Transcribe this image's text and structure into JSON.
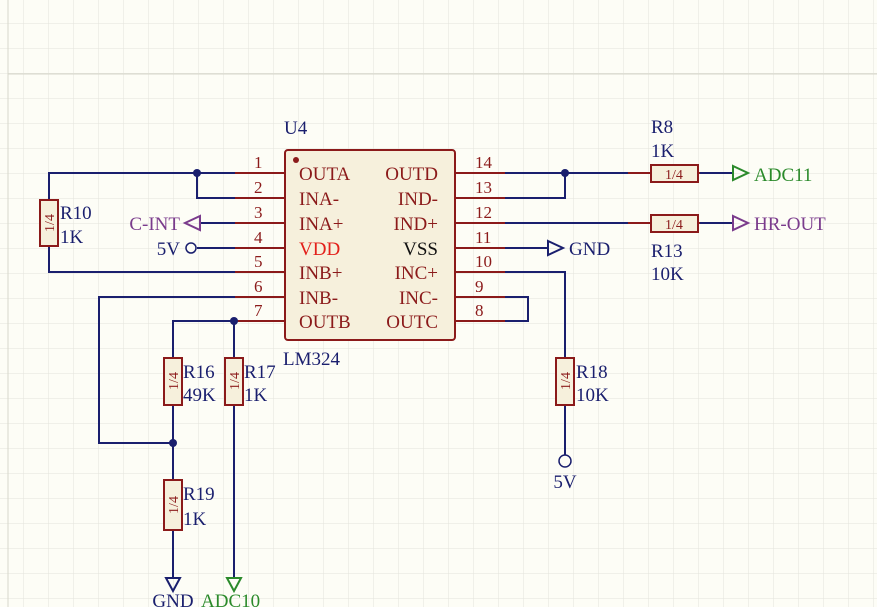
{
  "ic": {
    "ref": "U4",
    "part": "LM324",
    "pins_left": [
      {
        "num": "1",
        "name": "OUTA",
        "color": "normal"
      },
      {
        "num": "2",
        "name": "INA-",
        "color": "normal"
      },
      {
        "num": "3",
        "name": "INA+",
        "color": "normal"
      },
      {
        "num": "4",
        "name": "VDD",
        "color": "#e3201b"
      },
      {
        "num": "5",
        "name": "INB+",
        "color": "normal"
      },
      {
        "num": "6",
        "name": "INB-",
        "color": "normal"
      },
      {
        "num": "7",
        "name": "OUTB",
        "color": "normal"
      }
    ],
    "pins_right": [
      {
        "num": "14",
        "name": "OUTD",
        "color": "normal"
      },
      {
        "num": "13",
        "name": "IND-",
        "color": "normal"
      },
      {
        "num": "12",
        "name": "IND+",
        "color": "normal"
      },
      {
        "num": "11",
        "name": "VSS",
        "color": "#111111"
      },
      {
        "num": "10",
        "name": "INC+",
        "color": "normal"
      },
      {
        "num": "9",
        "name": "INC-",
        "color": "normal"
      },
      {
        "num": "8",
        "name": "OUTC",
        "color": "normal"
      }
    ]
  },
  "resistors": {
    "r8": {
      "ref": "R8",
      "value": "1K",
      "body": "1/4"
    },
    "r13": {
      "ref": "R13",
      "value": "10K",
      "body": "1/4"
    },
    "r10": {
      "ref": "R10",
      "value": "1K",
      "body": "1/4"
    },
    "r16": {
      "ref": "R16",
      "value": "49K",
      "body": "1/4"
    },
    "r17": {
      "ref": "R17",
      "value": "1K",
      "body": "1/4"
    },
    "r18": {
      "ref": "R18",
      "value": "10K",
      "body": "1/4"
    },
    "r19": {
      "ref": "R19",
      "value": "1K",
      "body": "1/4"
    }
  },
  "nets": {
    "adc11": "ADC11",
    "hr_out": "HR-OUT",
    "c_int": "C-INT",
    "gnd": "GND",
    "five_v": "5V",
    "adc10": "ADC10"
  },
  "colors": {
    "wire": "#1a1f6e",
    "component": "#8b1a1a",
    "net_green": "#2b8a2b",
    "net_purple": "#7a3b8c",
    "power_red": "#e3201b"
  }
}
